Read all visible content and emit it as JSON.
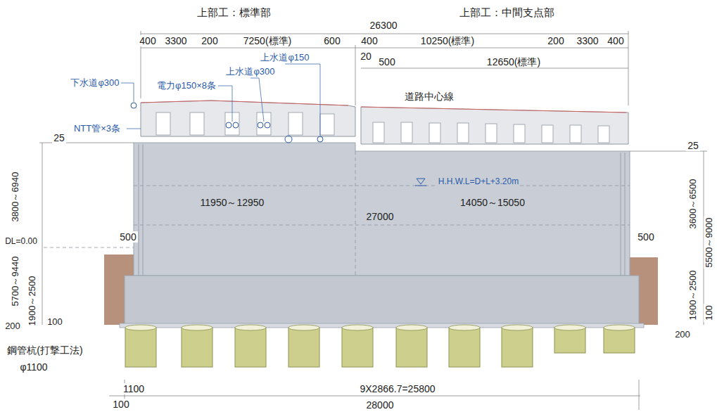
{
  "diagram": {
    "labels": [
      "上部工：標準部",
      "上部工：中間支点部",
      "26300",
      "400",
      "3300",
      "200",
      "7250(標準)",
      "600",
      "400",
      "20",
      "10250(標準)",
      "200",
      "3300",
      "400",
      "500",
      "12650(標準)",
      "下水道φ300",
      "上水道φ150",
      "上水道φ300",
      "電力φ150×8条",
      "NTT管×3条",
      "道路中心線",
      "25",
      "25",
      "H.H.W.L=D+L+3.20m",
      "11950～12950",
      "27000",
      "14050～15050",
      "5700～9440",
      "3800～6940",
      "DL=0.00",
      "500",
      "1900～2500",
      "100",
      "200",
      "3600～6500",
      "5500～9000",
      "500",
      "1900～2500",
      "200",
      "100",
      "鋼管杭(打撃工法)",
      "φ1100",
      "1100",
      "100",
      "9X2866.7=25800",
      "28000"
    ]
  }
}
